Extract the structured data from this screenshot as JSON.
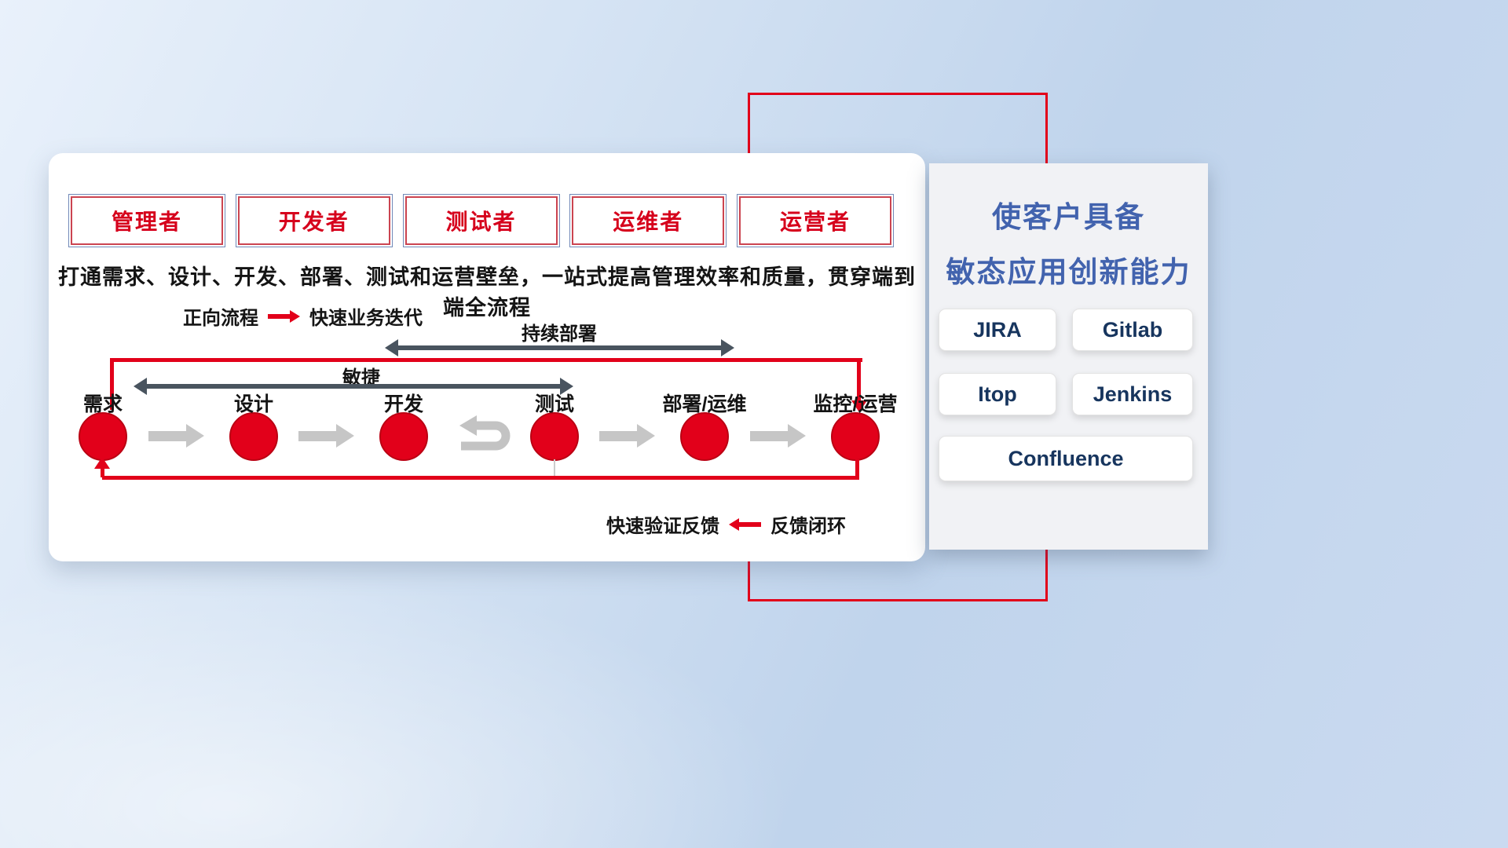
{
  "card": {
    "roles": [
      "管理者",
      "开发者",
      "测试者",
      "运维者",
      "运营者"
    ],
    "subtitle": "打通需求、设计、开发、部署、测试和运营壁垒，一站式提高管理效率和质量，贯穿端到端全流程",
    "forward_legend": {
      "label": "正向流程",
      "desc": "快速业务迭代"
    },
    "feedback_legend": {
      "label": "快速验证反馈",
      "desc": "反馈闭环"
    },
    "flow": {
      "continuous_deploy_label": "持续部署",
      "agile_label": "敏捷",
      "stages": [
        "需求",
        "设计",
        "开发",
        "测试",
        "部署/运维",
        "监控/运营"
      ]
    }
  },
  "panel": {
    "title_line1": "使客户具备",
    "title_line2": "敏态应用创新能力",
    "tools": [
      "JIRA",
      "Gitlab",
      "Itop",
      "Jenkins",
      "Confluence"
    ]
  },
  "colors": {
    "accent_red": "#e2001a",
    "title_blue": "#4263ae",
    "tool_text": "#17355e",
    "dark_arrow": "#49545f",
    "gray_arrow": "#c6c6c6"
  }
}
